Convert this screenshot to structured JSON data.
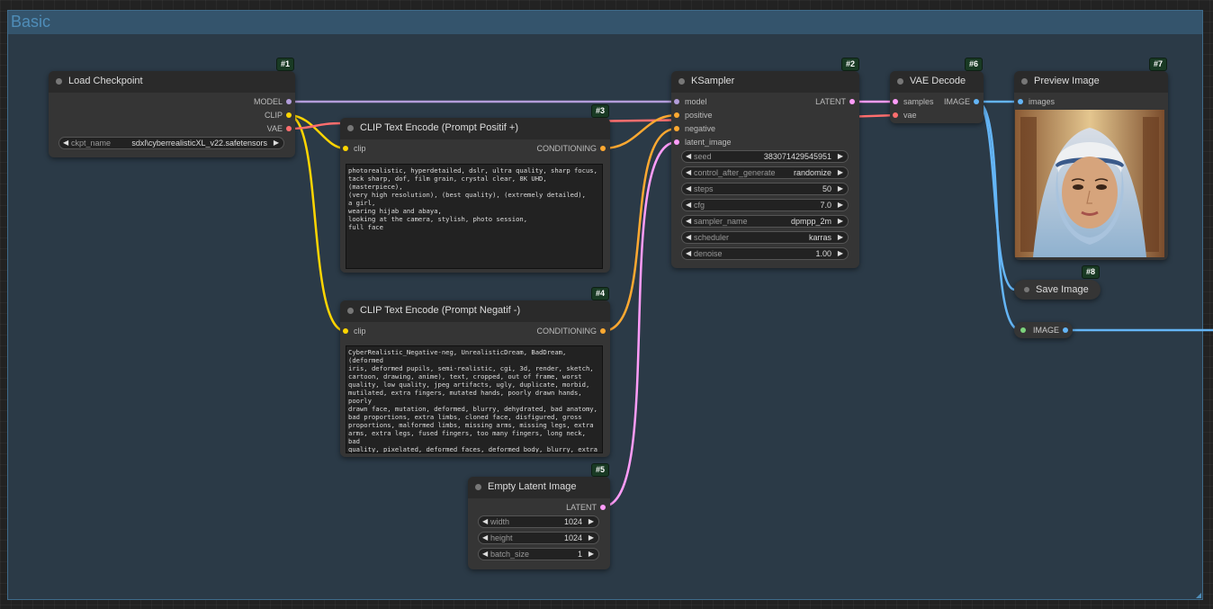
{
  "group": {
    "title": "Basic"
  },
  "colors": {
    "model": "#b39ddb",
    "clip": "#ffd500",
    "vae": "#ff6e6e",
    "conditioning": "#ffa931",
    "latent": "#ff9cf9",
    "image": "#64b5f6"
  },
  "nodes": {
    "load_checkpoint": {
      "badge": "#1",
      "title": "Load Checkpoint",
      "outputs": [
        "MODEL",
        "CLIP",
        "VAE"
      ],
      "ckpt_name_label": "ckpt_name",
      "ckpt_name_value": "sdxl\\cyberrealisticXL_v22.safetensors"
    },
    "clip_pos": {
      "badge": "#3",
      "title": "CLIP Text Encode (Prompt Positif +)",
      "input": "clip",
      "output": "CONDITIONING",
      "text": "photorealistic, hyperdetailed, dslr, ultra quality, sharp focus,\ntack sharp, dof, film grain, crystal clear, 8K UHD, (masterpiece),\n(very high resolution), (best quality), (extremely detailed),\na girl,\nwearing hijab and abaya,\nlooking at the camera, stylish, photo session,\nfull face"
    },
    "clip_neg": {
      "badge": "#4",
      "title": "CLIP Text Encode (Prompt Negatif -)",
      "input": "clip",
      "output": "CONDITIONING",
      "text": "CyberRealistic_Negative-neg, UnrealisticDream, BadDream, (deformed\niris, deformed pupils, semi-realistic, cgi, 3d, render, sketch,\ncartoon, drawing, anime), text, cropped, out of frame, worst\nquality, low quality, jpeg artifacts, ugly, duplicate, morbid,\nmutilated, extra fingers, mutated hands, poorly drawn hands, poorly\ndrawn face, mutation, deformed, blurry, dehydrated, bad anatomy,\nbad proportions, extra limbs, cloned face, disfigured, gross\nproportions, malformed limbs, missing arms, missing legs, extra\narms, extra legs, fused fingers, too many fingers, long neck, bad\nquality, pixelated, deformed faces, deformed body, blurry, extra\nbody parts, extra finges, extra arms, pink, worst quality , bad-\nhands, (bad art: 1.4), bad eyes, deformed eyes, bad face, deformed\nface. blond hair"
    },
    "empty_latent": {
      "badge": "#5",
      "title": "Empty Latent Image",
      "output": "LATENT",
      "widgets": [
        {
          "name": "width",
          "value": "1024"
        },
        {
          "name": "height",
          "value": "1024"
        },
        {
          "name": "batch_size",
          "value": "1"
        }
      ]
    },
    "ksampler": {
      "badge": "#2",
      "title": "KSampler",
      "inputs": [
        "model",
        "positive",
        "negative",
        "latent_image"
      ],
      "output": "LATENT",
      "widgets": [
        {
          "name": "seed",
          "value": "383071429545951"
        },
        {
          "name": "control_after_generate",
          "value": "randomize"
        },
        {
          "name": "steps",
          "value": "50"
        },
        {
          "name": "cfg",
          "value": "7.0"
        },
        {
          "name": "sampler_name",
          "value": "dpmpp_2m"
        },
        {
          "name": "scheduler",
          "value": "karras"
        },
        {
          "name": "denoise",
          "value": "1.00"
        }
      ]
    },
    "vae_decode": {
      "badge": "#6",
      "title": "VAE Decode",
      "inputs": [
        "samples",
        "vae"
      ],
      "output": "IMAGE"
    },
    "preview": {
      "badge": "#7",
      "title": "Preview Image",
      "input": "images"
    },
    "save": {
      "badge": "#8",
      "title": "Save Image"
    },
    "reroute": {
      "label": "IMAGE"
    }
  }
}
